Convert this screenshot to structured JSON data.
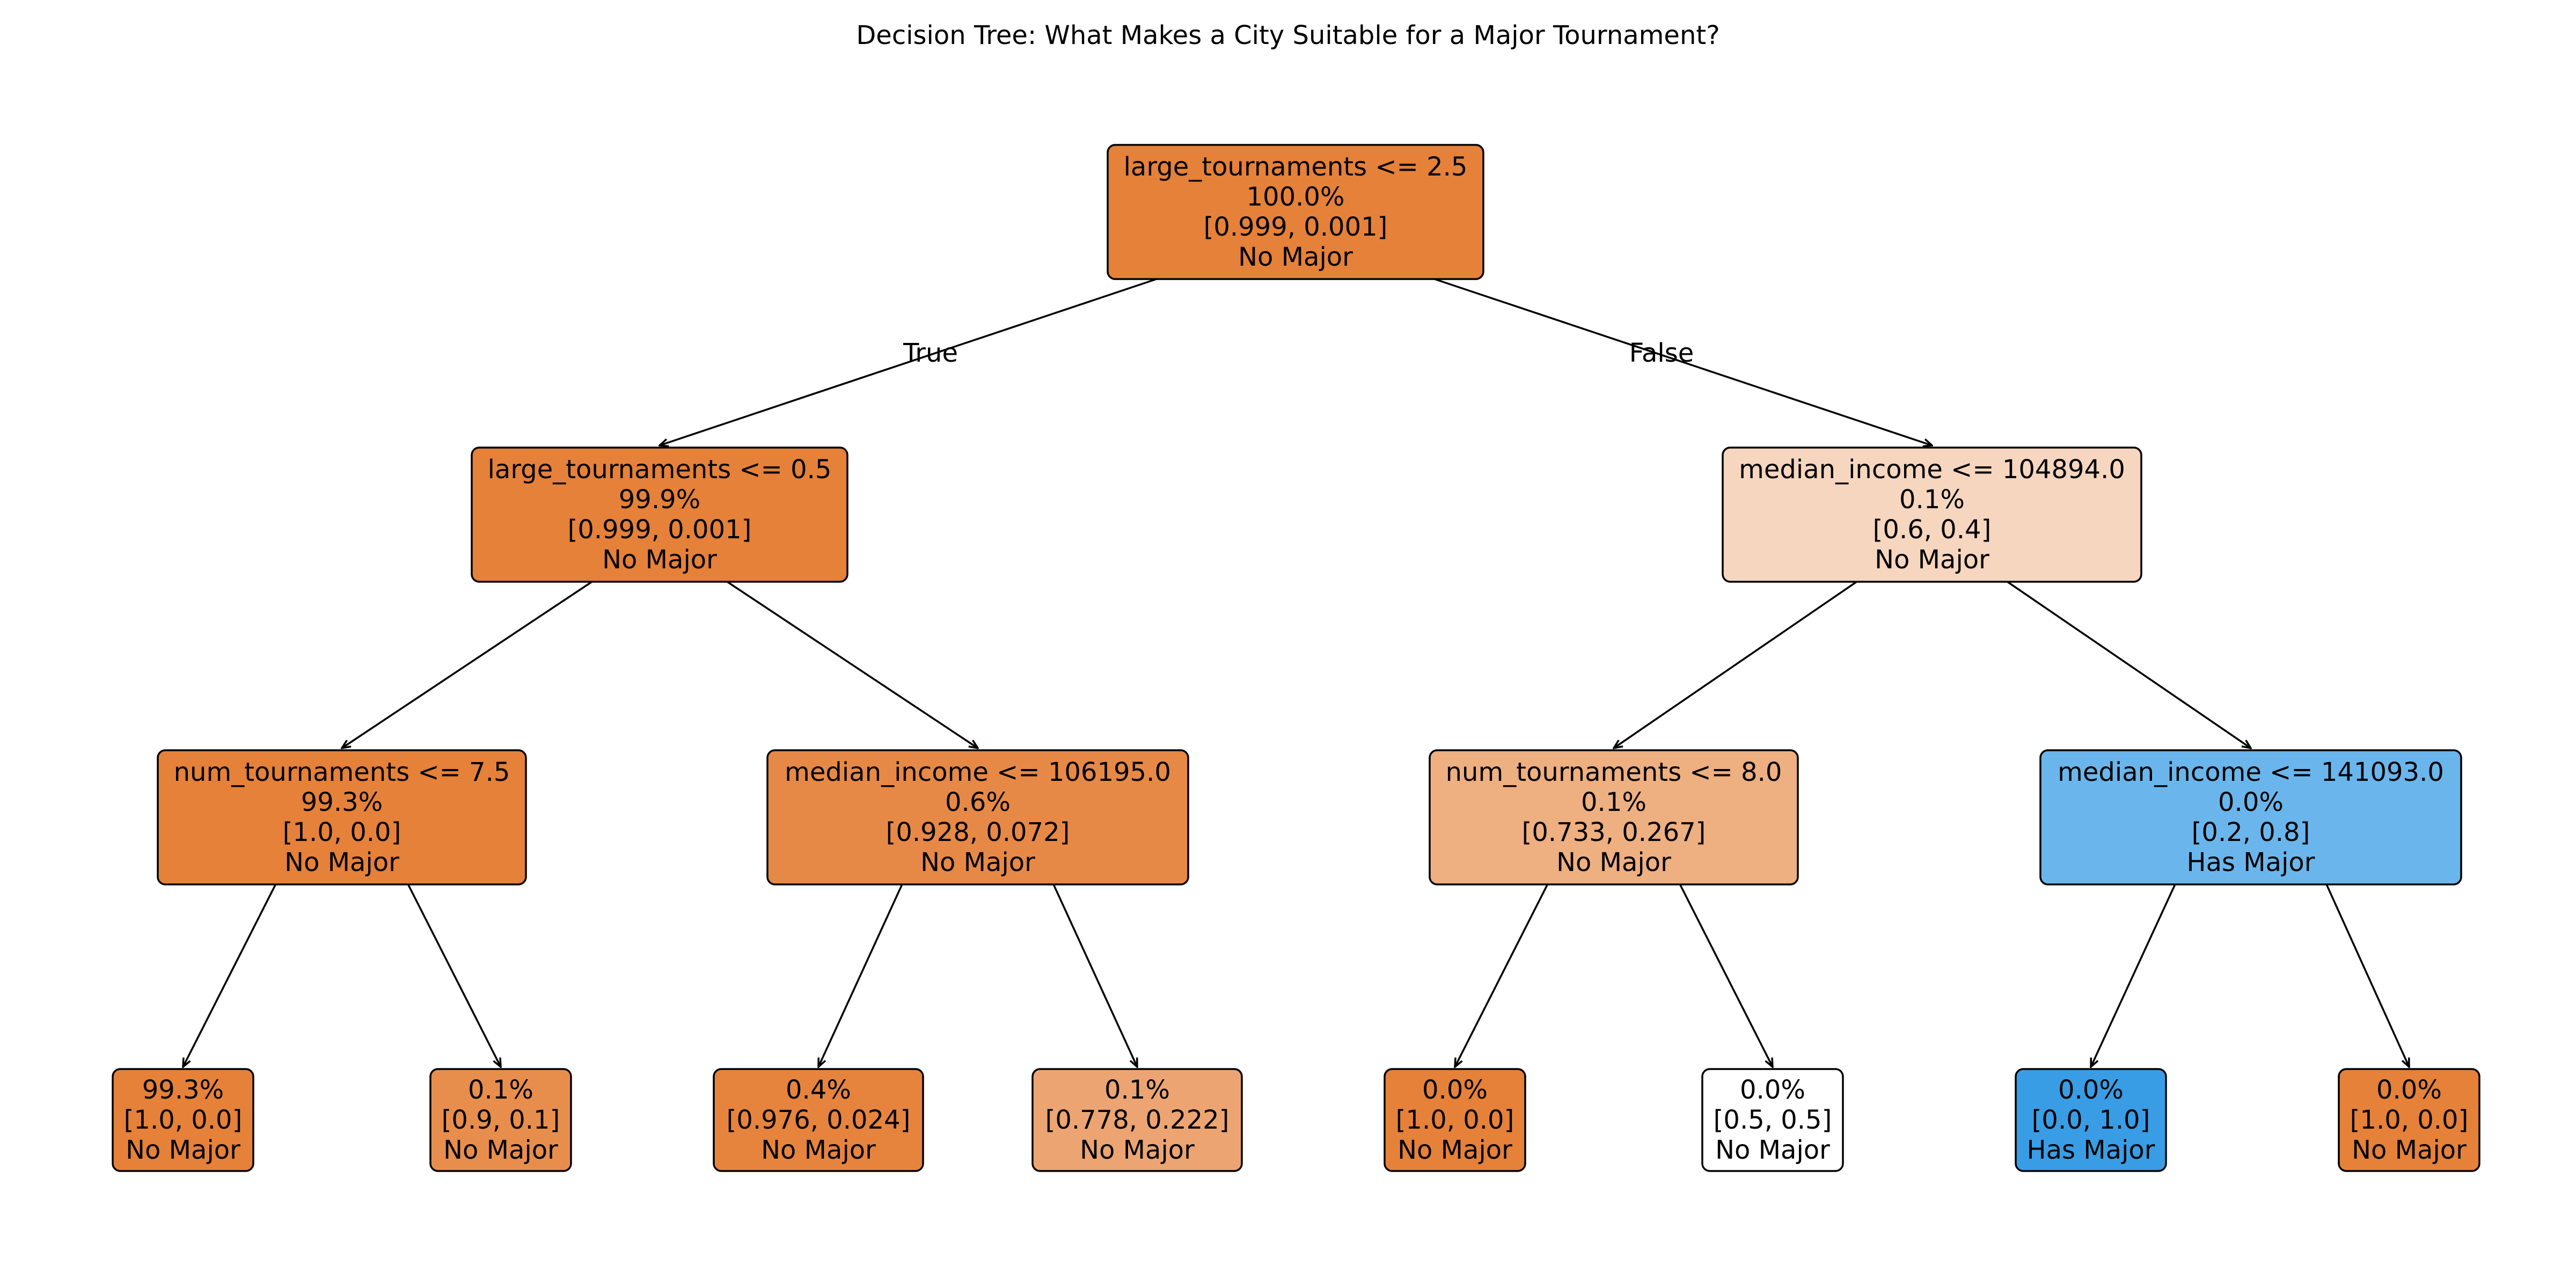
{
  "title": "Decision Tree: What Makes a City Suitable for a Major Tournament?",
  "edge_labels": {
    "true_label": "True",
    "false_label": "False"
  },
  "colors": {
    "no_major_strong": "#e58139",
    "no_major_light": "#f6d6be",
    "neutral": "#ffffff",
    "has_major_medium": "#6ab6ec",
    "has_major_strong": "#399de5",
    "border": "#000000",
    "edge": "#000000"
  },
  "nodes": [
    {
      "id": "n0",
      "lines": [
        "large_tournaments <= 2.5",
        "100.0%",
        "[0.999, 0.001]",
        "No Major"
      ],
      "color": "#e58139"
    },
    {
      "id": "n1",
      "lines": [
        "large_tournaments <= 0.5",
        "99.9%",
        "[0.999, 0.001]",
        "No Major"
      ],
      "color": "#e58139"
    },
    {
      "id": "n2",
      "lines": [
        "median_income <= 104894.0",
        "0.1%",
        "[0.6, 0.4]",
        "No Major"
      ],
      "color": "#f6d6be"
    },
    {
      "id": "n3",
      "lines": [
        "num_tournaments <= 7.5",
        "99.3%",
        "[1.0, 0.0]",
        "No Major"
      ],
      "color": "#e58139"
    },
    {
      "id": "n4",
      "lines": [
        "median_income <= 106195.0",
        "0.6%",
        "[0.928, 0.072]",
        "No Major"
      ],
      "color": "#e78946"
    },
    {
      "id": "n5",
      "lines": [
        "num_tournaments <= 8.0",
        "0.1%",
        "[0.733, 0.267]",
        "No Major"
      ],
      "color": "#eeaf81"
    },
    {
      "id": "n6",
      "lines": [
        "median_income <= 141093.0",
        "0.0%",
        "[0.2, 0.8]",
        "Has Major"
      ],
      "color": "#6ab6ec"
    },
    {
      "id": "n7",
      "lines": [
        "99.3%",
        "[1.0, 0.0]",
        "No Major"
      ],
      "color": "#e58139"
    },
    {
      "id": "n8",
      "lines": [
        "0.1%",
        "[0.9, 0.1]",
        "No Major"
      ],
      "color": "#e88e4d"
    },
    {
      "id": "n9",
      "lines": [
        "0.4%",
        "[0.976, 0.024]",
        "No Major"
      ],
      "color": "#e6843e"
    },
    {
      "id": "n10",
      "lines": [
        "0.1%",
        "[0.778, 0.222]",
        "No Major"
      ],
      "color": "#eca572"
    },
    {
      "id": "n11",
      "lines": [
        "0.0%",
        "[1.0, 0.0]",
        "No Major"
      ],
      "color": "#e58139"
    },
    {
      "id": "n12",
      "lines": [
        "0.0%",
        "[0.5, 0.5]",
        "No Major"
      ],
      "color": "#ffffff"
    },
    {
      "id": "n13",
      "lines": [
        "0.0%",
        "[0.0, 1.0]",
        "Has Major"
      ],
      "color": "#399de5"
    },
    {
      "id": "n14",
      "lines": [
        "0.0%",
        "[1.0, 0.0]",
        "No Major"
      ],
      "color": "#e58139"
    }
  ],
  "edges": [
    {
      "from": "n0",
      "to": "n1"
    },
    {
      "from": "n0",
      "to": "n2"
    },
    {
      "from": "n1",
      "to": "n3"
    },
    {
      "from": "n1",
      "to": "n4"
    },
    {
      "from": "n2",
      "to": "n5"
    },
    {
      "from": "n2",
      "to": "n6"
    },
    {
      "from": "n3",
      "to": "n7"
    },
    {
      "from": "n3",
      "to": "n8"
    },
    {
      "from": "n4",
      "to": "n9"
    },
    {
      "from": "n4",
      "to": "n10"
    },
    {
      "from": "n5",
      "to": "n11"
    },
    {
      "from": "n5",
      "to": "n12"
    },
    {
      "from": "n6",
      "to": "n13"
    },
    {
      "from": "n6",
      "to": "n14"
    }
  ]
}
